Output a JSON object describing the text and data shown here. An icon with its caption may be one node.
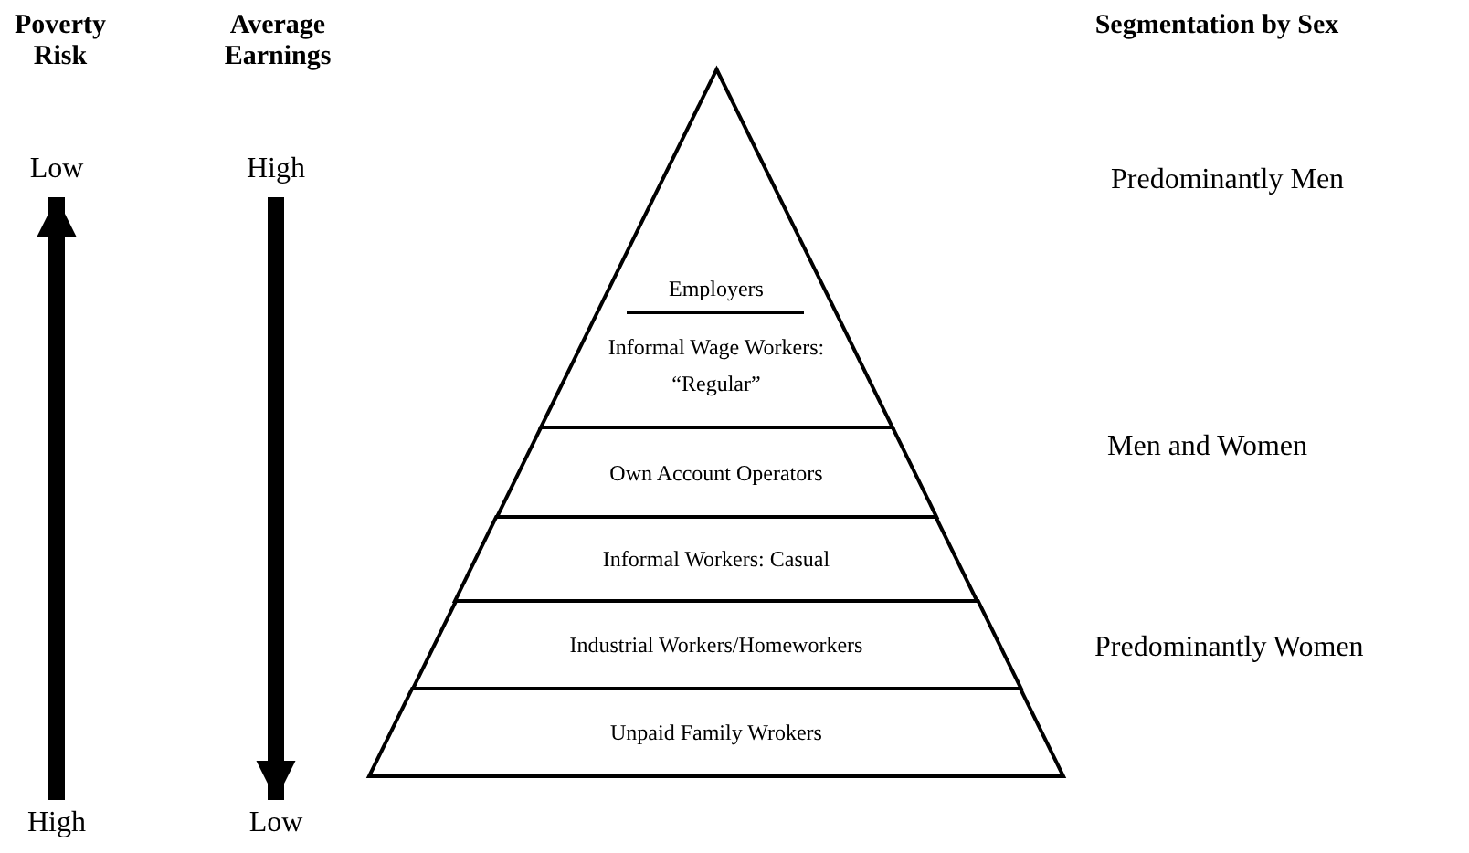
{
  "diagram": {
    "nodes": [
      {
        "text": [
          "Low"
        ]
      },
      {
        "text": [
          "High"
        ]
      },
      {
        "text": [
          "High"
        ]
      },
      {
        "text": [
          "Low"
        ]
      },
      {
        "text": [
          "Employers",
          "Informal Wage Workers: “Regular”"
        ]
      },
      {
        "text": [
          "Own Account Operators"
        ]
      },
      {
        "text": [
          "Informal Workers: Casual"
        ]
      },
      {
        "text": [
          "Industrial Workers/Homeworkers"
        ]
      },
      {
        "text": [
          "Unpaid Family Wrokers"
        ]
      }
    ],
    "edges": [
      {
        "from": 2,
        "to": 0,
        "arrow": "to"
      },
      {
        "from": 1,
        "to": 3,
        "arrow": "to"
      }
    ],
    "labels": [
      "Poverty Risk",
      "Average Earnings",
      "Segmentation by Sex",
      "Predominantly Men",
      "Men and Women",
      "Predominantly Women"
    ]
  }
}
